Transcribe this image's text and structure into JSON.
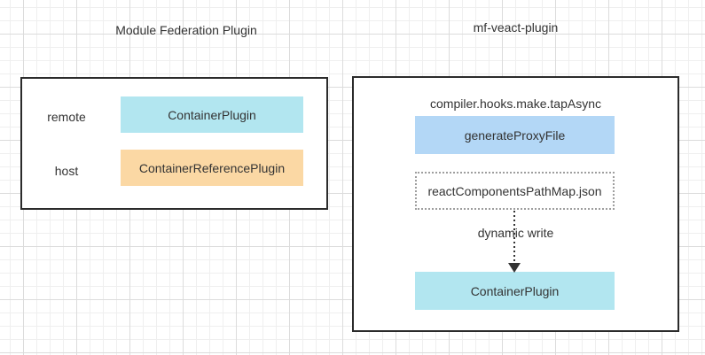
{
  "left_panel": {
    "title": "Module Federation Plugin",
    "rows": [
      {
        "label": "remote",
        "plugin": "ContainerPlugin",
        "color": "#b2e6f0"
      },
      {
        "label": "host",
        "plugin": "ContainerReferencePlugin",
        "color": "#fbd8a4"
      }
    ]
  },
  "right_panel": {
    "title": "mf-veact-plugin",
    "hook": "compiler.hooks.make.tapAsync",
    "function_box": {
      "label": "generateProxyFile",
      "color": "#b3d7f6"
    },
    "file_box": {
      "label": "reactComponentsPathMap.json"
    },
    "arrow_label": "dynamic write",
    "result_box": {
      "label": "ContainerPlugin",
      "color": "#b2e6f0"
    }
  },
  "colors": {
    "cyan": "#b2e6f0",
    "orange": "#fbd8a4",
    "blue": "#b3d7f6",
    "box_border": "#2b2b2b",
    "dotted_border": "#9e9e9e",
    "text": "#333333",
    "grid_minor": "#efefef",
    "grid_major": "#dcdcdc",
    "background": "#ffffff"
  }
}
